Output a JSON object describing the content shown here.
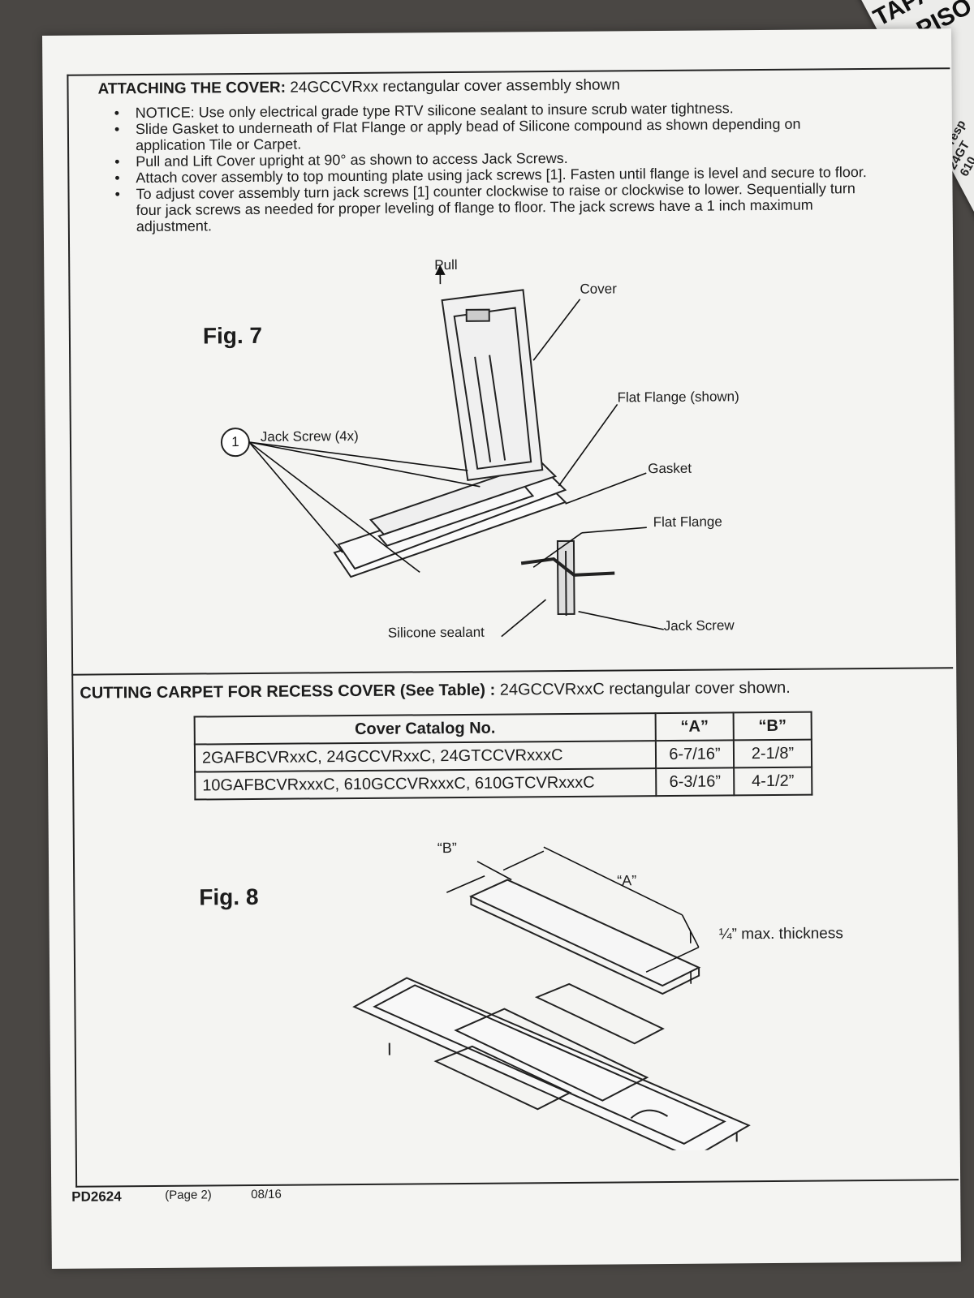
{
  "background_sheet": {
    "title_lines": [
      "TAPAS EM",
      "PISO"
    ],
    "side_lines": [
      "Corresp",
      "24GT",
      "610"
    ]
  },
  "section1": {
    "title_bold": "ATTACHING THE COVER:",
    "title_rest": "24GCCVRxx rectangular cover assembly shown",
    "bullets": [
      "NOTICE: Use only electrical grade type RTV silicone sealant to insure scrub water tightness.",
      "Slide Gasket to underneath of Flat Flange or apply bead of Silicone compound as shown depending on application Tile or Carpet.",
      "Pull and Lift Cover upright at 90° as shown to access Jack Screws.",
      "Attach cover assembly to top mounting plate using jack screws [1]. Fasten until flange is level and secure to floor.",
      "To adjust cover assembly turn jack screws [1] counter clockwise to raise or clockwise to lower. Sequentially turn four jack screws as needed for proper leveling of flange to floor. The jack screws have a 1 inch maximum adjustment."
    ]
  },
  "fig7": {
    "label": "Fig. 7",
    "callouts": {
      "pull": "Pull",
      "cover": "Cover",
      "flat_flange_shown": "Flat Flange (shown)",
      "jack_screw_4x": "Jack Screw (4x)",
      "item_number": "1",
      "gasket": "Gasket",
      "flat_flange": "Flat Flange",
      "silicone_sealant": "Silicone sealant",
      "jack_screw": "Jack Screw"
    }
  },
  "section2": {
    "title_bold": "CUTTING CARPET FOR RECESS COVER (See Table) :",
    "title_rest": "24GCCVRxxC rectangular cover shown."
  },
  "table": {
    "headers": [
      "Cover Catalog No.",
      "“A”",
      "“B”"
    ],
    "rows": [
      [
        "2GAFBCVRxxC,  24GCCVRxxC,  24GTCCVRxxxC",
        "6-7/16”",
        "2-1/8”"
      ],
      [
        "10GAFBCVRxxxC, 610GCCVRxxxC, 610GTCVRxxxC",
        "6-3/16”",
        "4-1/2”"
      ]
    ]
  },
  "fig8": {
    "label": "Fig. 8",
    "dim_b": "“B”",
    "dim_a": "“A”",
    "thickness": "¼” max. thickness"
  },
  "footer": {
    "doc_no": "PD2624",
    "page": "(Page 2)",
    "date": "08/16"
  }
}
